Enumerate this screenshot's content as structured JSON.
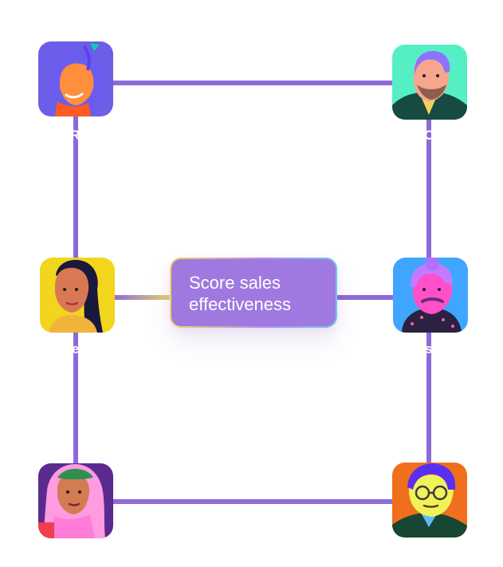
{
  "center_card": {
    "title": "Score sales\neffectiveness"
  },
  "avatars": [
    {
      "name": "avatar-top-left",
      "label": "R"
    },
    {
      "name": "avatar-top-right",
      "label": "C"
    },
    {
      "name": "avatar-middle-left",
      "label": "e"
    },
    {
      "name": "avatar-middle-right",
      "label": "s"
    },
    {
      "name": "avatar-bottom-left",
      "label": ""
    },
    {
      "name": "avatar-bottom-right",
      "label": ""
    }
  ],
  "colors": {
    "connector": "#8e6ad8",
    "card": "#9f79e0",
    "top_left_bg": "#6d5ee8",
    "top_right_bg": "#55efc6",
    "middle_left_bg": "#f2d51d",
    "middle_right_bg": "#3fa6ff",
    "bottom_left_bg": "#5b2a8f",
    "bottom_right_bg": "#f06f1d"
  }
}
